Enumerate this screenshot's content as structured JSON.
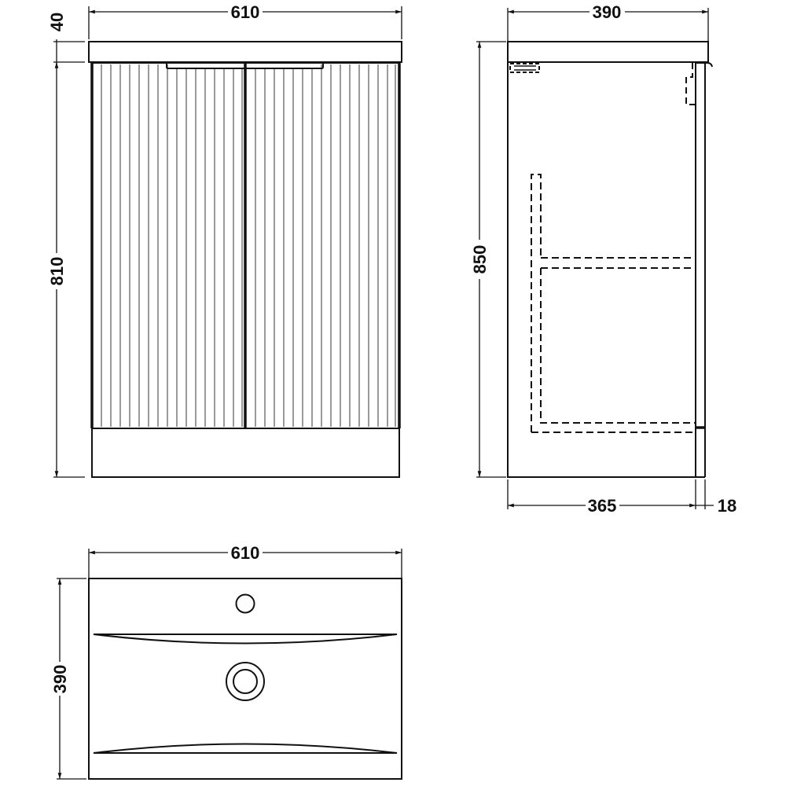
{
  "drawing": {
    "front_view": {
      "width_label": "610",
      "top_height_label": "40",
      "body_height_label": "810",
      "doors": 2,
      "grooves_per_door": 16
    },
    "side_view": {
      "depth_label": "390",
      "height_label": "850",
      "carcass_depth_label": "365",
      "door_thickness_label": "18"
    },
    "top_view": {
      "width_label": "610",
      "depth_label": "390"
    },
    "colors": {
      "line": "#111111",
      "groove": "#9a9a9a",
      "background": "#ffffff"
    }
  }
}
